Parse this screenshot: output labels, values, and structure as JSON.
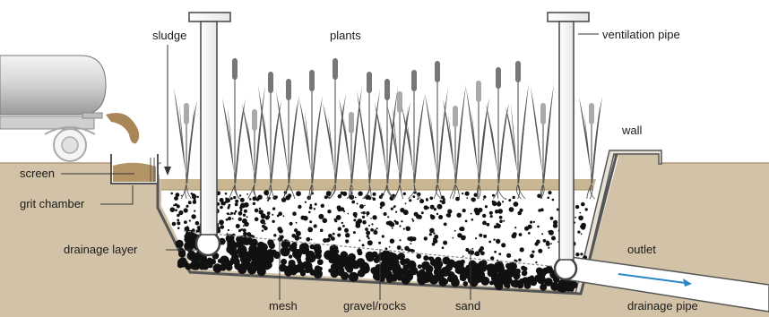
{
  "labels": {
    "sludge": "sludge",
    "plants": "plants",
    "ventilation_pipe": "ventilation pipe",
    "wall": "wall",
    "screen": "screen",
    "grit_chamber": "grit chamber",
    "drainage_layer": "drainage layer",
    "outlet": "outlet",
    "mesh": "mesh",
    "gravel_rocks": "gravel/rocks",
    "sand": "sand",
    "drainage_pipe": "drainage pipe"
  },
  "colors": {
    "soil": "#d2c3a8",
    "soil_top": "#c4b191",
    "sludge_layer": "#b8a17b",
    "sky": "#ffffff",
    "pipe": "#ffffff",
    "outline": "#333333",
    "arrow": "#2a86c4",
    "truck": "#d9d9d9",
    "spill": "#a88658",
    "leaf": "#555555",
    "cattail": "#8a8a8a"
  }
}
